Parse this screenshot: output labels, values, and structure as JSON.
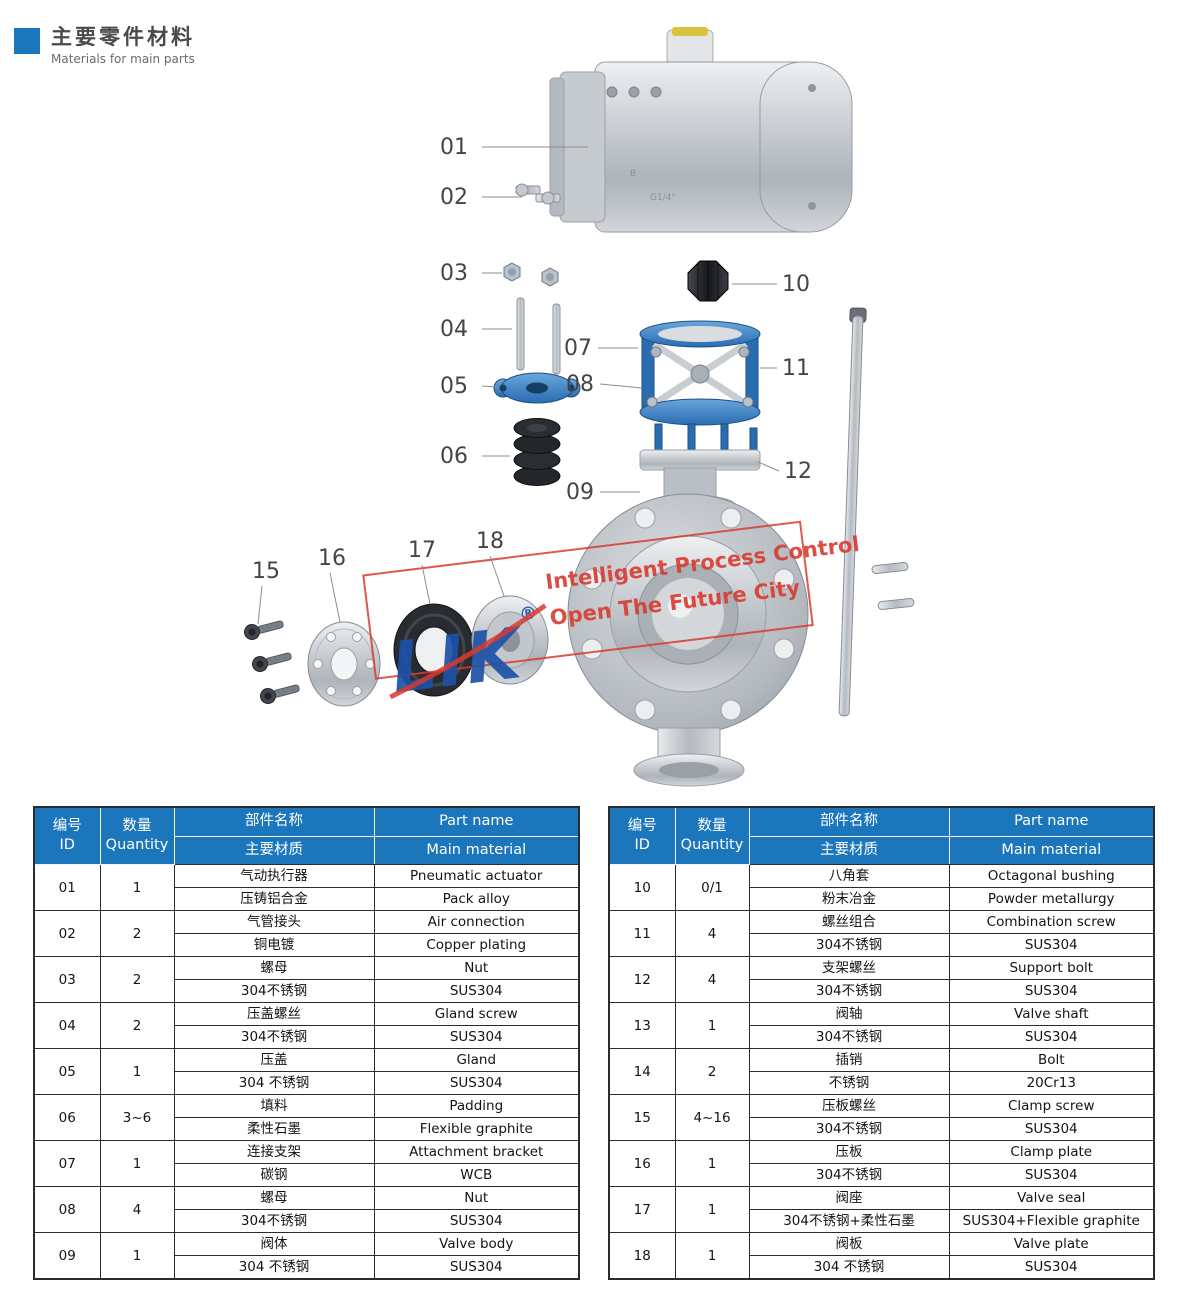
{
  "header": {
    "title_zh": "主要零件材料",
    "title_en": "Materials for main parts"
  },
  "diagram": {
    "callouts": [
      "01",
      "02",
      "03",
      "04",
      "05",
      "06",
      "07",
      "08",
      "09",
      "10",
      "11",
      "12",
      "15",
      "16",
      "17",
      "18"
    ],
    "actuator_markings": [
      "B",
      "G1/4\""
    ],
    "watermark": {
      "logo_text": "LIK",
      "reg_mark": "®",
      "line1": "Intelligent Process Control",
      "line2": "Open The Future City"
    }
  },
  "tables": {
    "headers": {
      "id_zh": "编号",
      "id_en": "ID",
      "qty_zh": "数量",
      "qty_en": "Quantity",
      "name_zh": "部件名称",
      "name_en": "Part name",
      "mat_zh": "主要材质",
      "mat_en": "Main material"
    },
    "left": [
      {
        "id": "01",
        "qty": "1",
        "name_zh": "气动执行器",
        "name_en": "Pneumatic actuator",
        "mat_zh": "压铸铝合金",
        "mat_en": "Pack alloy"
      },
      {
        "id": "02",
        "qty": "2",
        "name_zh": "气管接头",
        "name_en": "Air connection",
        "mat_zh": "铜电镀",
        "mat_en": "Copper plating"
      },
      {
        "id": "03",
        "qty": "2",
        "name_zh": "螺母",
        "name_en": "Nut",
        "mat_zh": "304不锈钢",
        "mat_en": "SUS304"
      },
      {
        "id": "04",
        "qty": "2",
        "name_zh": "压盖螺丝",
        "name_en": "Gland screw",
        "mat_zh": "304不锈钢",
        "mat_en": "SUS304"
      },
      {
        "id": "05",
        "qty": "1",
        "name_zh": "压盖",
        "name_en": "Gland",
        "mat_zh": "304 不锈钢",
        "mat_en": "SUS304"
      },
      {
        "id": "06",
        "qty": "3~6",
        "name_zh": "填料",
        "name_en": "Padding",
        "mat_zh": "柔性石墨",
        "mat_en": "Flexible graphite"
      },
      {
        "id": "07",
        "qty": "1",
        "name_zh": "连接支架",
        "name_en": "Attachment bracket",
        "mat_zh": "碳钢",
        "mat_en": "WCB"
      },
      {
        "id": "08",
        "qty": "4",
        "name_zh": "螺母",
        "name_en": "Nut",
        "mat_zh": "304不锈钢",
        "mat_en": "SUS304"
      },
      {
        "id": "09",
        "qty": "1",
        "name_zh": "阀体",
        "name_en": "Valve body",
        "mat_zh": "304 不锈钢",
        "mat_en": "SUS304"
      }
    ],
    "right": [
      {
        "id": "10",
        "qty": "0/1",
        "name_zh": "八角套",
        "name_en": "Octagonal bushing",
        "mat_zh": "粉末冶金",
        "mat_en": "Powder metallurgy"
      },
      {
        "id": "11",
        "qty": "4",
        "name_zh": "螺丝组合",
        "name_en": "Combination screw",
        "mat_zh": "304不锈钢",
        "mat_en": "SUS304"
      },
      {
        "id": "12",
        "qty": "4",
        "name_zh": "支架螺丝",
        "name_en": "Support bolt",
        "mat_zh": "304不锈钢",
        "mat_en": "SUS304"
      },
      {
        "id": "13",
        "qty": "1",
        "name_zh": "阀轴",
        "name_en": "Valve shaft",
        "mat_zh": "304不锈钢",
        "mat_en": "SUS304"
      },
      {
        "id": "14",
        "qty": "2",
        "name_zh": "插销",
        "name_en": "Bolt",
        "mat_zh": "不锈钢",
        "mat_en": "20Cr13"
      },
      {
        "id": "15",
        "qty": "4~16",
        "name_zh": "压板螺丝",
        "name_en": "Clamp screw",
        "mat_zh": "304不锈钢",
        "mat_en": "SUS304"
      },
      {
        "id": "16",
        "qty": "1",
        "name_zh": "压板",
        "name_en": "Clamp plate",
        "mat_zh": "304不锈钢",
        "mat_en": "SUS304"
      },
      {
        "id": "17",
        "qty": "1",
        "name_zh": "阀座",
        "name_en": "Valve seal",
        "mat_zh": "304不锈钢+柔性石墨",
        "mat_en": "SUS304+Flexible graphite"
      },
      {
        "id": "18",
        "qty": "1",
        "name_zh": "阀板",
        "name_en": "Valve plate",
        "mat_zh": "304 不锈钢",
        "mat_en": "SUS304"
      }
    ]
  },
  "colors": {
    "accent_blue": "#1b76bc",
    "part_blue": "#2a6cb0",
    "watermark_red": "#d93a30",
    "logo_blue": "#1d52a8",
    "part_black": "#1c1f22",
    "metal_gray": "#c3c8cd"
  }
}
